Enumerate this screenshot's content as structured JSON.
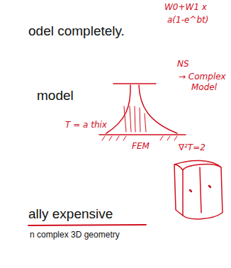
{
  "diagram": {
    "labels": [
      "odel completely.",
      "model",
      "ally expensive",
      "n complex 3D geometry",
      "W0+W1 x",
      "a(1-e^bt)",
      "NS",
      "→ Complex",
      "Model",
      "T = a thix",
      "FEM",
      "∇²T=2"
    ]
  }
}
